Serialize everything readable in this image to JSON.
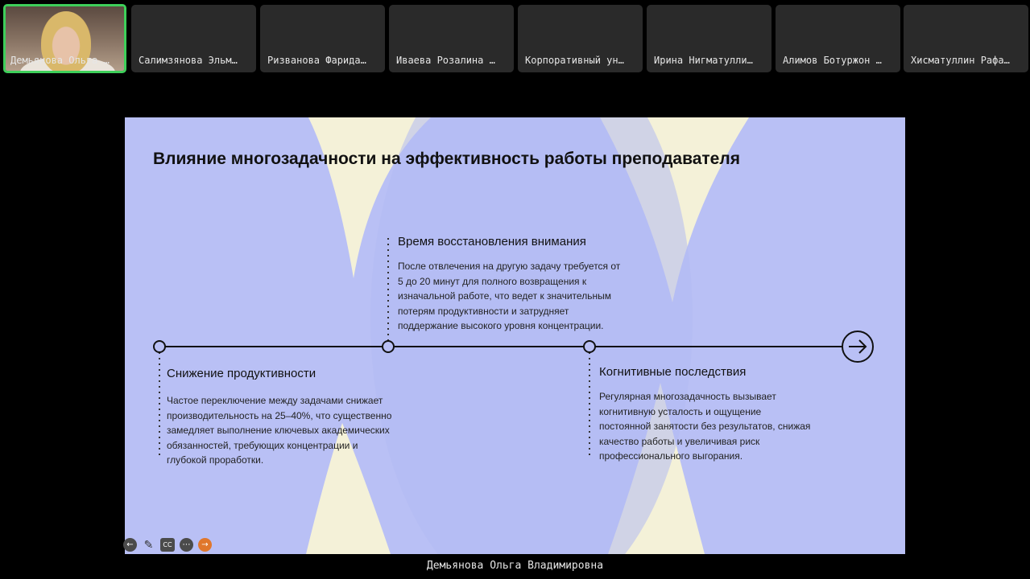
{
  "participants": [
    {
      "name": "Демьянова Ольга …",
      "active": true
    },
    {
      "name": "Салимзянова Эльм…"
    },
    {
      "name": "Ризванова Фарида…"
    },
    {
      "name": "Иваева Розалина …"
    },
    {
      "name": "Корпоративный ун…"
    },
    {
      "name": "Ирина Нигматулли…"
    },
    {
      "name": "Алимов Ботуржон …"
    },
    {
      "name": "Хисматуллин Рафа…"
    }
  ],
  "slide": {
    "title": "Влияние многозадачности на эффективность работы преподавателя",
    "blocks": [
      {
        "heading": "Время восстановления внимания",
        "lines": [
          "После отвлечения на другую задачу требуется от",
          "5 до 20 минут для полного возвращения к",
          "изначальной работе, что ведет к значительным",
          "потерям продуктивности и затрудняет",
          "поддержание высокого уровня концентрации."
        ]
      },
      {
        "heading": "Снижение продуктивности",
        "lines": [
          "Частое переключение между задачами снижает",
          "производительность на 25–40%, что существенно",
          "замедляет выполнение ключевых академических",
          "обязанностей, требующих концентрации и",
          "глубокой проработки."
        ]
      },
      {
        "heading": "Когнитивные последствия",
        "lines": [
          "Регулярная многозадачность вызывает",
          "когнитивную усталость и ощущение",
          "постоянной занятости без результатов, снижая",
          "качество работы и увеличивая риск",
          "профессионального выгорания."
        ]
      }
    ],
    "colors": {
      "background": "#b9c0f5",
      "accent_shape": "#f4f1d8"
    }
  },
  "toolbar": {
    "back_icon": "arrow-left-icon",
    "pen_icon": "pen-icon",
    "cc_label": "CC",
    "more_icon": "more-icon",
    "next_icon": "arrow-right-icon"
  },
  "caption": "Демьянова Ольга Владимировна"
}
